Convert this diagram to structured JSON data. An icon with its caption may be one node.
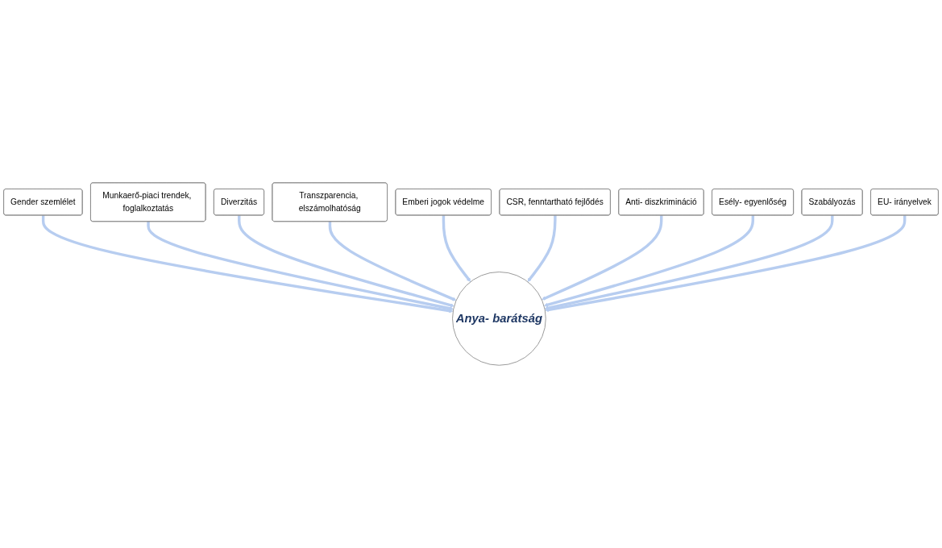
{
  "diagram": {
    "nodes": [
      {
        "text": [
          "Gender szemlélet"
        ]
      },
      {
        "text": [
          "Munkaerő-piaci trendek, foglalkoztatás"
        ]
      },
      {
        "text": [
          "Diverzitás"
        ]
      },
      {
        "text": [
          "Transzparencia, elszámolhatóság"
        ]
      },
      {
        "text": [
          "Emberi jogok védelme"
        ]
      },
      {
        "text": [
          "CSR, fenntartható fejlődés"
        ]
      },
      {
        "text": [
          "Anti- diszkrimináció"
        ]
      },
      {
        "text": [
          "Esély- egyenlőség"
        ]
      },
      {
        "text": [
          "Szabályozás"
        ]
      },
      {
        "text": [
          "EU- irányelvek"
        ]
      },
      {
        "text": [
          "Anya- barátság"
        ]
      }
    ],
    "edges": [
      {
        "from": 0,
        "to": 10,
        "arrow": "to"
      },
      {
        "from": 1,
        "to": 10,
        "arrow": "to"
      },
      {
        "from": 2,
        "to": 10,
        "arrow": "to"
      },
      {
        "from": 3,
        "to": 10,
        "arrow": "to"
      },
      {
        "from": 4,
        "to": 10,
        "arrow": "to"
      },
      {
        "from": 5,
        "to": 10,
        "arrow": "to"
      },
      {
        "from": 6,
        "to": 10,
        "arrow": "to"
      },
      {
        "from": 7,
        "to": 10,
        "arrow": "to"
      },
      {
        "from": 8,
        "to": 10,
        "arrow": "to"
      },
      {
        "from": 9,
        "to": 10,
        "arrow": "to"
      }
    ]
  }
}
